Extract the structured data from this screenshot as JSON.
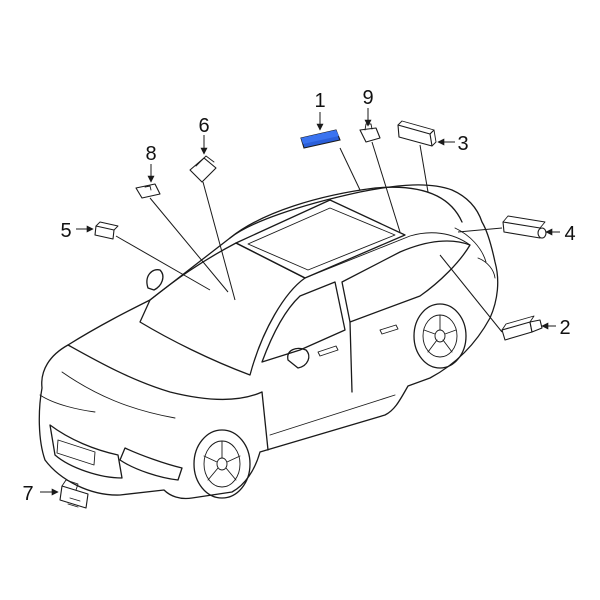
{
  "diagram": {
    "callouts": [
      {
        "id": "1",
        "label": "1"
      },
      {
        "id": "2",
        "label": "2"
      },
      {
        "id": "3",
        "label": "3"
      },
      {
        "id": "4",
        "label": "4"
      },
      {
        "id": "5",
        "label": "5"
      },
      {
        "id": "6",
        "label": "6"
      },
      {
        "id": "7",
        "label": "7"
      },
      {
        "id": "8",
        "label": "8"
      },
      {
        "id": "9",
        "label": "9"
      }
    ],
    "colors": {
      "highlight": "#2b5fd9",
      "stroke": "#1a1a1a",
      "background": "#ffffff"
    }
  }
}
